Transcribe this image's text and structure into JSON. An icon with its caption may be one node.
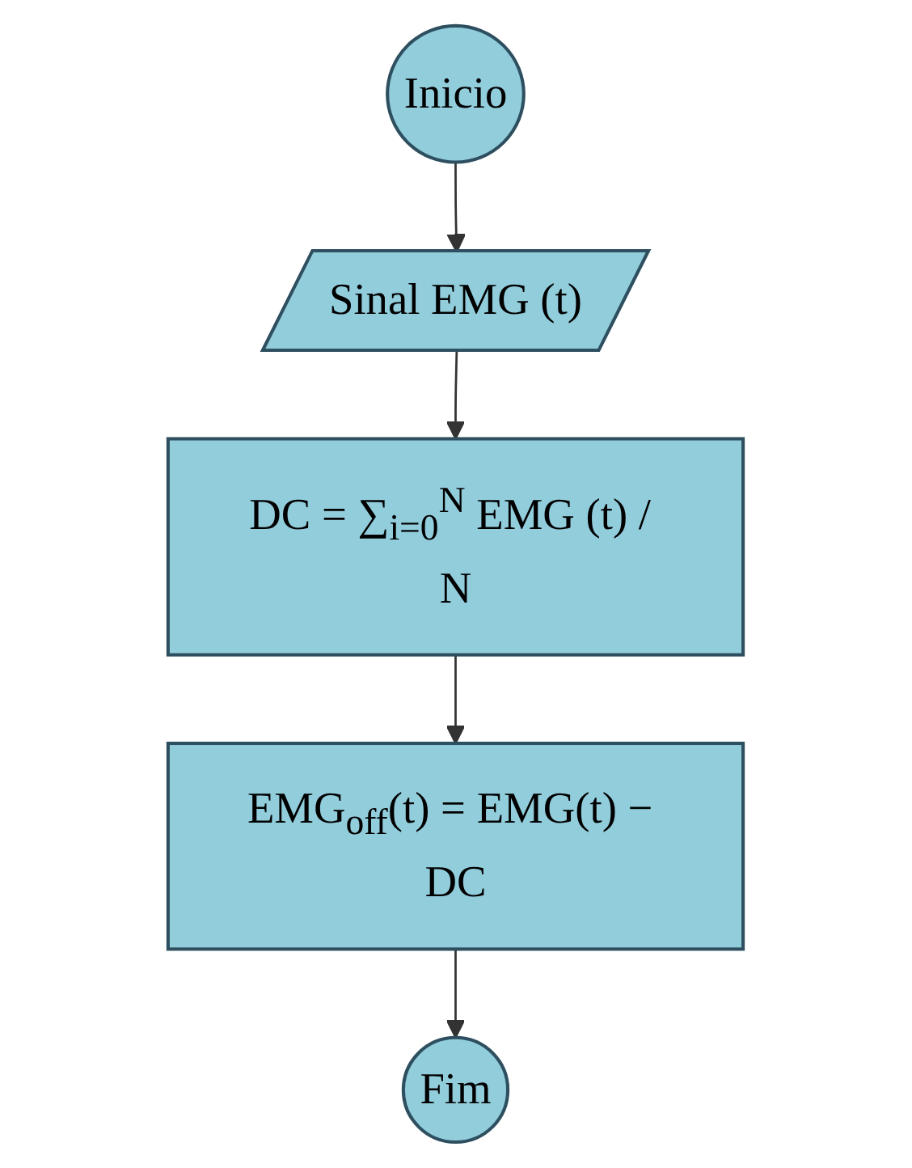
{
  "diagram": {
    "nodes": [
      {
        "text": [
          "Inicio"
        ]
      },
      {
        "text": [
          "Sinal EMG (t)"
        ]
      },
      {
        "text": [
          "DC = ∑$_{i=0}$$^{N}$ EMG (t) / N"
        ]
      },
      {
        "text": [
          "EMG$_{off}$(t) = EMG(t) − DC"
        ]
      },
      {
        "text": [
          "Fim"
        ]
      }
    ],
    "edges": [
      {
        "from": 0,
        "to": 1,
        "arrow": "to"
      },
      {
        "from": 1,
        "to": 2,
        "arrow": "to"
      },
      {
        "from": 2,
        "to": 3,
        "arrow": "to"
      },
      {
        "from": 3,
        "to": 4,
        "arrow": "to"
      }
    ]
  }
}
